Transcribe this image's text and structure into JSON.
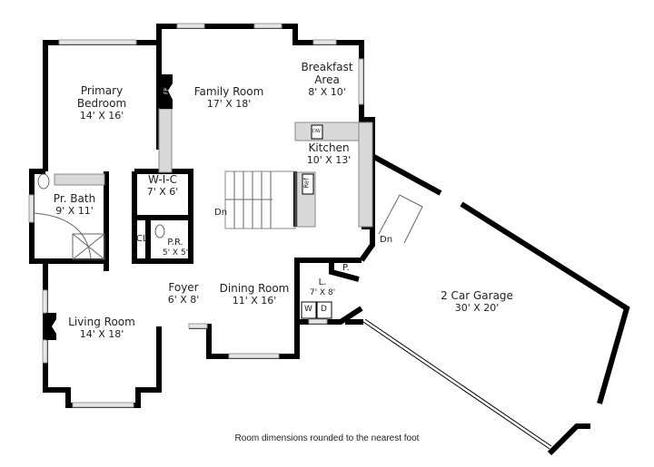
{
  "plan": {
    "rooms": [
      {
        "id": "primary-bedroom",
        "name": "Primary\nBedroom",
        "name_line1": "Primary",
        "name_line2": "Bedroom",
        "dims": "14' X 16'"
      },
      {
        "id": "family-room",
        "name": "Family Room",
        "dims": "17' X 18'"
      },
      {
        "id": "breakfast-area",
        "name_line1": "Breakfast",
        "name_line2": "Area",
        "dims": "8' X 10'"
      },
      {
        "id": "kitchen",
        "name": "Kitchen",
        "dims": "10' X 13'"
      },
      {
        "id": "wic",
        "name": "W-I-C",
        "dims": "7' X 6'"
      },
      {
        "id": "pr-bath",
        "name": "Pr. Bath",
        "dims": "9' X 11'"
      },
      {
        "id": "powder-room",
        "name": "P.R.",
        "dims": "5' X 5'"
      },
      {
        "id": "foyer",
        "name": "Foyer",
        "dims": "6' X 8'"
      },
      {
        "id": "dining-room",
        "name": "Dining Room",
        "dims": "11' X 16'"
      },
      {
        "id": "living-room",
        "name": "Living Room",
        "dims": "14' X 18'"
      },
      {
        "id": "laundry",
        "name": "L.",
        "dims": "7' X 8'"
      },
      {
        "id": "garage",
        "name": "2 Car Garage",
        "dims": "30' X 20'"
      }
    ],
    "tags": {
      "closet": "CL",
      "pantry": "P.",
      "washer": "W",
      "dryer": "D",
      "dishwasher": "DW",
      "refrigerator": "Ref",
      "fireplace": "FP",
      "stairs_down": "Dn"
    },
    "footnote": "Room dimensions rounded to the nearest foot",
    "colors": {
      "wall": "#000000",
      "counter": "#d9d9d9",
      "window": "#bfbfbf",
      "text": "#222222"
    }
  }
}
